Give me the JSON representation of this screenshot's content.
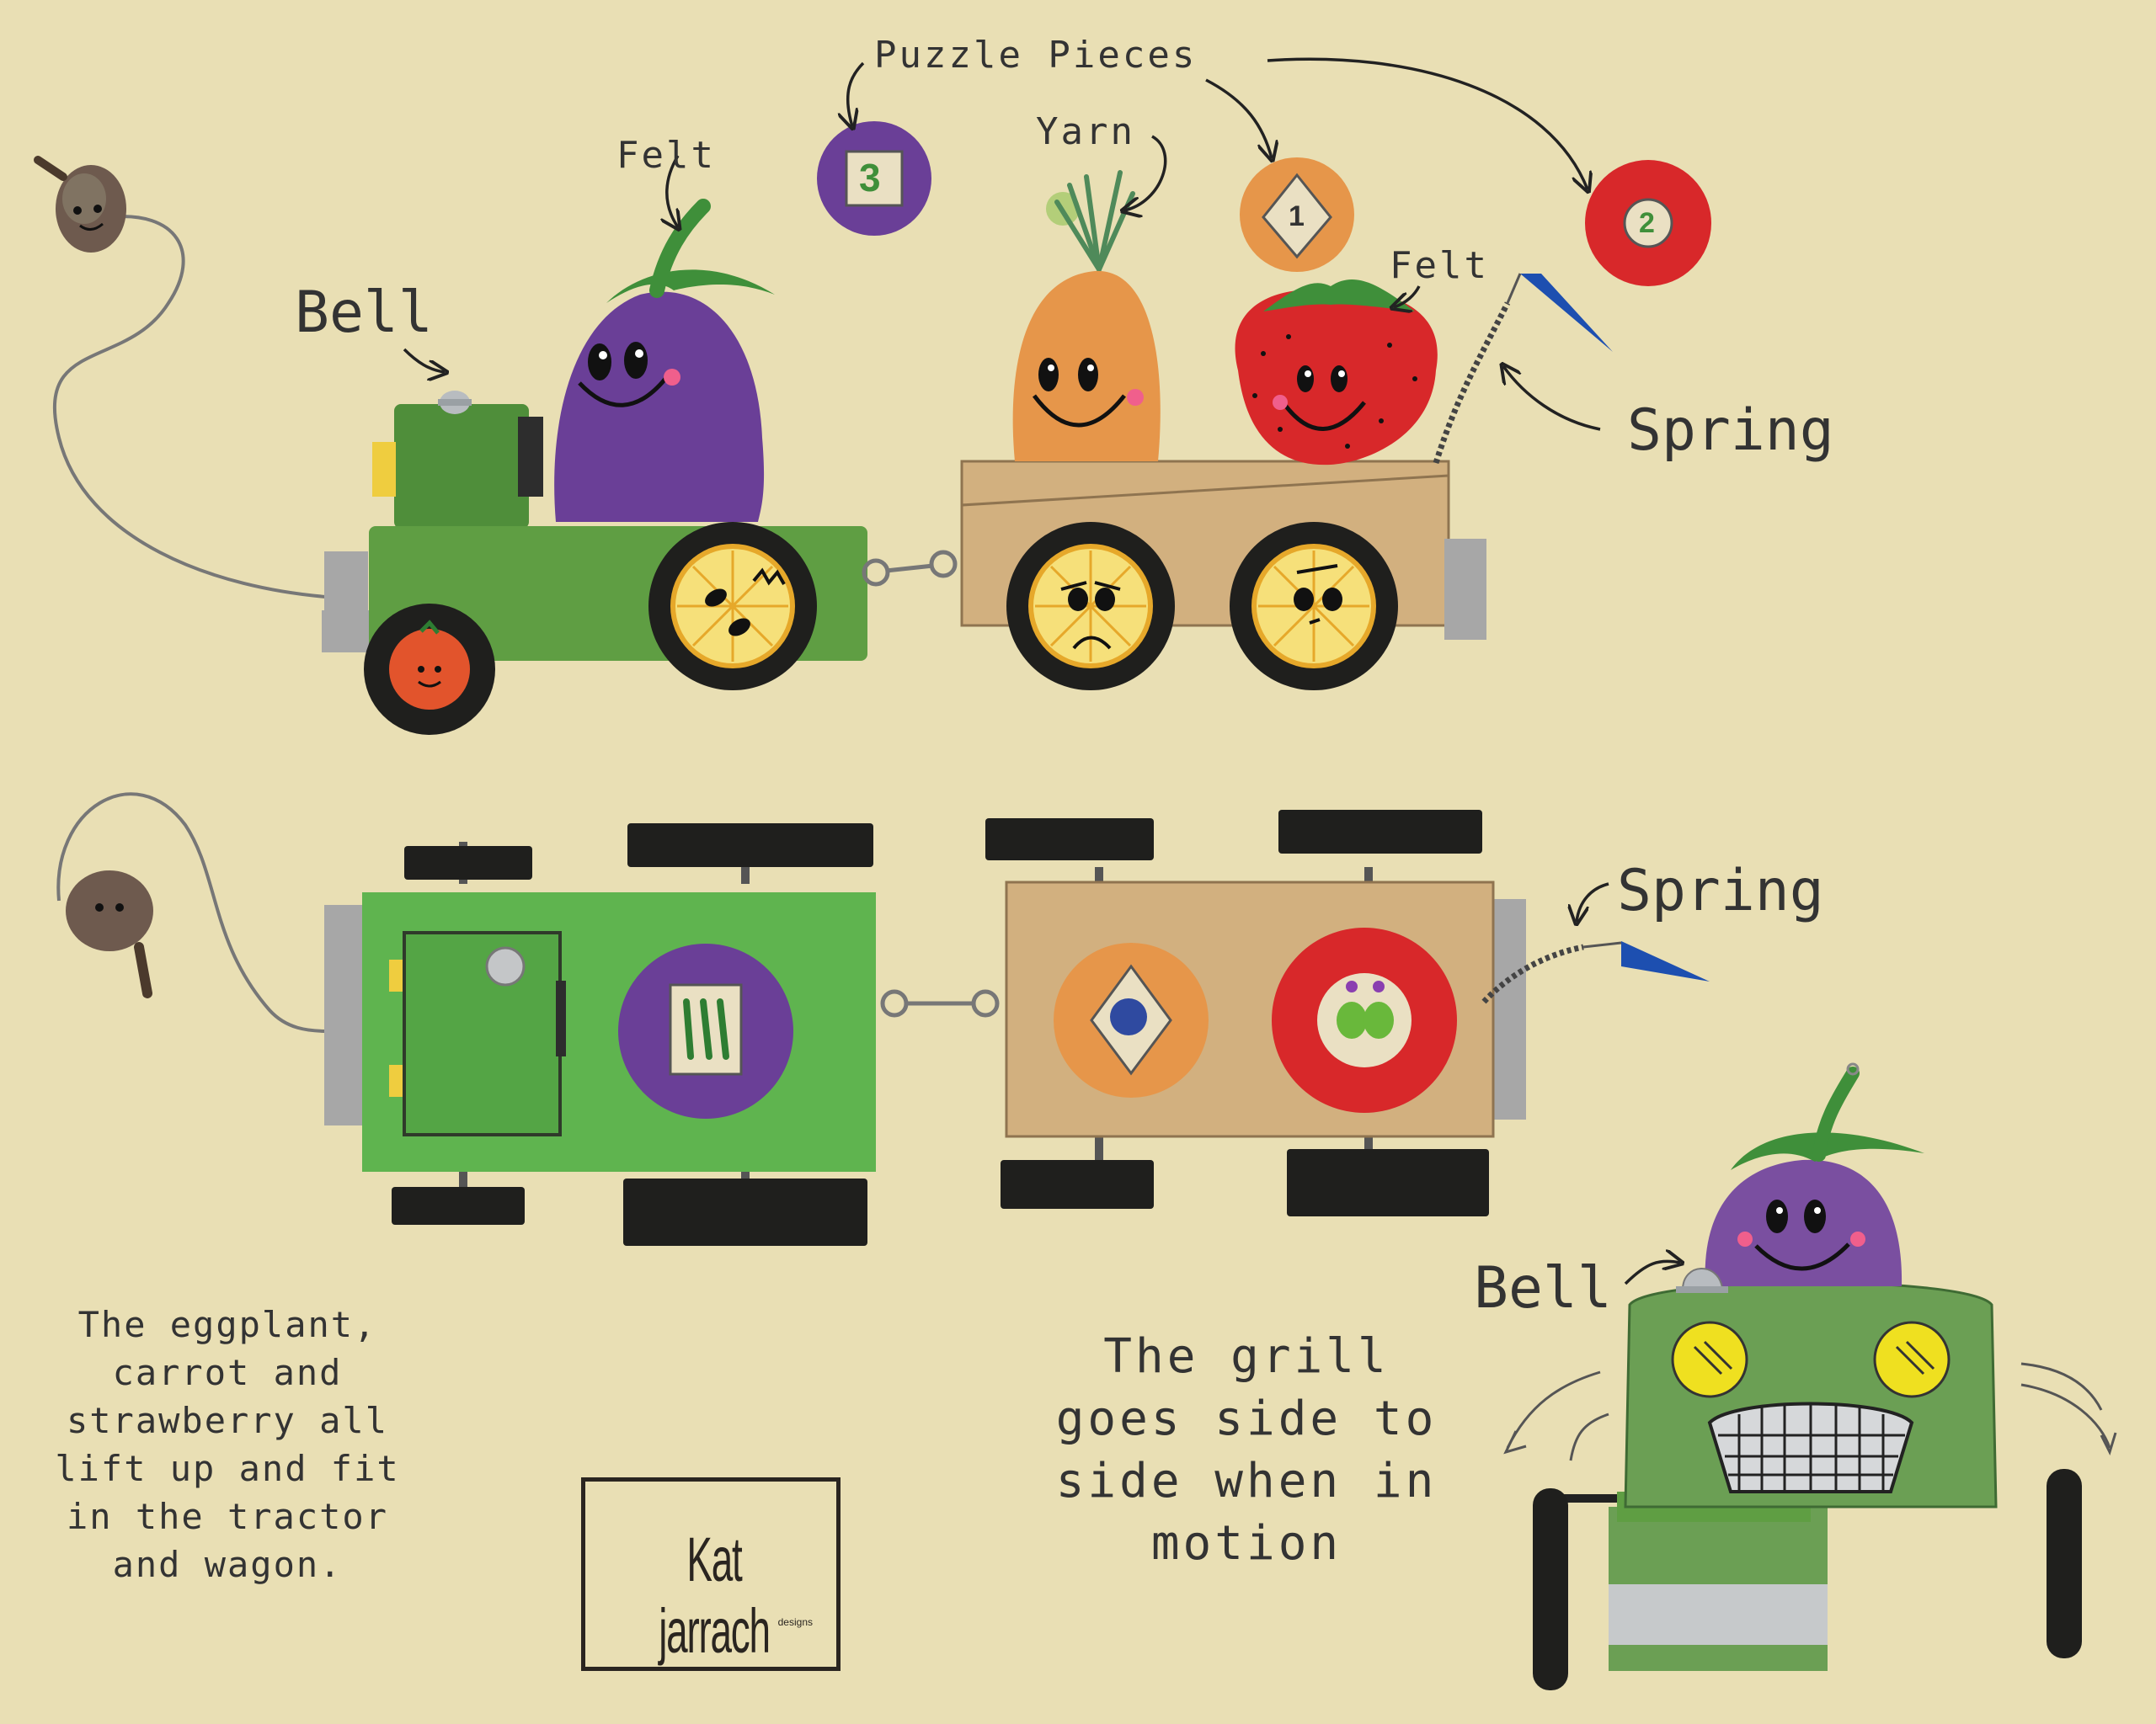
{
  "labels": {
    "puzzle_pieces": "Puzzle Pieces",
    "yarn": "Yarn",
    "felt_eggplant": "Felt",
    "felt_strawberry": "Felt",
    "bell_top": "Bell",
    "spring_top": "Spring",
    "spring_middle": "Spring",
    "bell_bottom": "Bell"
  },
  "puzzle_numbers": {
    "one": "1",
    "two": "2",
    "three": "3"
  },
  "notes": {
    "lift": "The eggplant,\ncarrot and\nstrawberry all\nlift up and fit\nin the tractor\nand wagon.",
    "grill": "The grill\ngoes side to\nside when in\nmotion"
  },
  "logo": {
    "name": "Kat jarrach",
    "sub": "designs"
  },
  "colors": {
    "background": "#e9dfb4",
    "tractor_green": "#5f9e43",
    "wagon_tan": "#d2b07f",
    "eggplant_purple": "#6a3f97",
    "carrot_orange": "#e6964a",
    "strawberry_red": "#d8282a",
    "lemon_yellow": "#f5d24a",
    "flag_blue": "#1d4fb0"
  }
}
